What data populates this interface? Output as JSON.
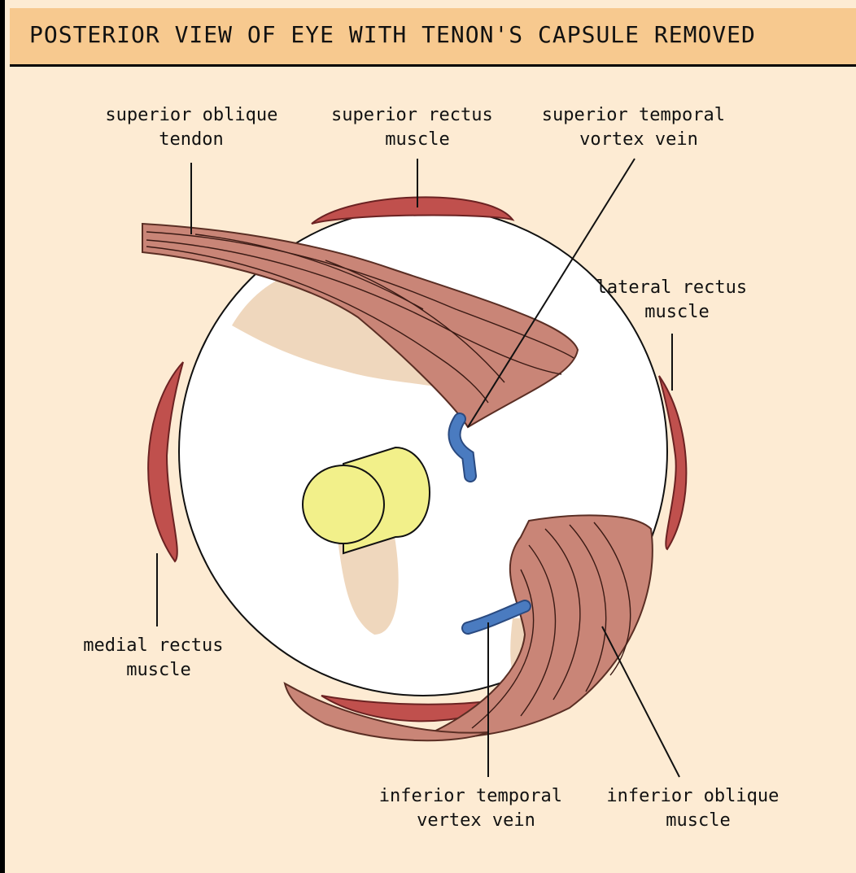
{
  "title": "POSTERIOR VIEW OF EYE WITH TENON'S CAPSULE REMOVED",
  "colors": {
    "background": "#fdebd3",
    "title_bar": "#f7c98f",
    "muscle": "#c0504d",
    "oblique_muscle": "#c98577",
    "vein": "#4a7bc0",
    "optic_nerve": "#f2f08a",
    "globe": "#ffffff"
  },
  "labels": {
    "superior_oblique_tendon": [
      "superior oblique",
      "tendon"
    ],
    "superior_rectus_muscle": [
      "superior rectus",
      "muscle"
    ],
    "superior_temporal_vortex_vein": [
      "superior temporal",
      "vortex vein"
    ],
    "lateral_rectus_muscle": [
      "lateral rectus",
      "muscle"
    ],
    "medial_rectus_muscle": [
      "medial rectus",
      "muscle"
    ],
    "inferior_temporal_vertex_vein": [
      "inferior temporal",
      "vertex vein"
    ],
    "inferior_oblique_muscle": [
      "inferior oblique",
      "muscle"
    ]
  }
}
